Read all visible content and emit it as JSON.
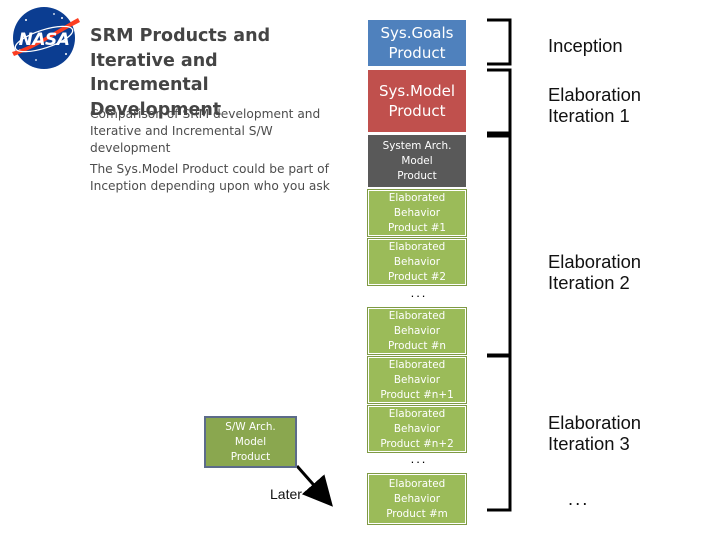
{
  "logo": {
    "text": "NASA"
  },
  "title": "SRM Products and Iterative and Incremental Development",
  "bullets": [
    "Comparison of SRM development and Iterative and Incremental S/W development",
    "The Sys.Model Product could be part of Inception depending upon who you ask"
  ],
  "boxes": {
    "sysgoals": "Sys.Goals\nProduct",
    "sysmodel": "Sys.Model\nProduct",
    "sysarch": "System Arch.\nModel\nProduct",
    "eb1": "Elaborated\nBehavior\nProduct #1",
    "eb2": "Elaborated\nBehavior\nProduct #2",
    "ebn": "Elaborated\nBehavior\nProduct #n",
    "ebn1": "Elaborated\nBehavior\nProduct #n+1",
    "ebn2": "Elaborated\nBehavior\nProduct #n+2",
    "ebm": "Elaborated\nBehavior\nProduct #m",
    "swarch": "S/W Arch.\nModel\nProduct"
  },
  "ellipsis": "...",
  "phases": {
    "inception": "Inception",
    "elab1": "Elaboration\nIteration 1",
    "elab2": "Elaboration\nIteration 2",
    "elab3": "Elaboration\nIteration 3",
    "more": "..."
  },
  "later": "Later",
  "colors": {
    "goals": "#4f81bd",
    "model": "#c0504d",
    "arch": "#595959",
    "behavior": "#9bbb59",
    "swarch": "#8aa74f"
  }
}
